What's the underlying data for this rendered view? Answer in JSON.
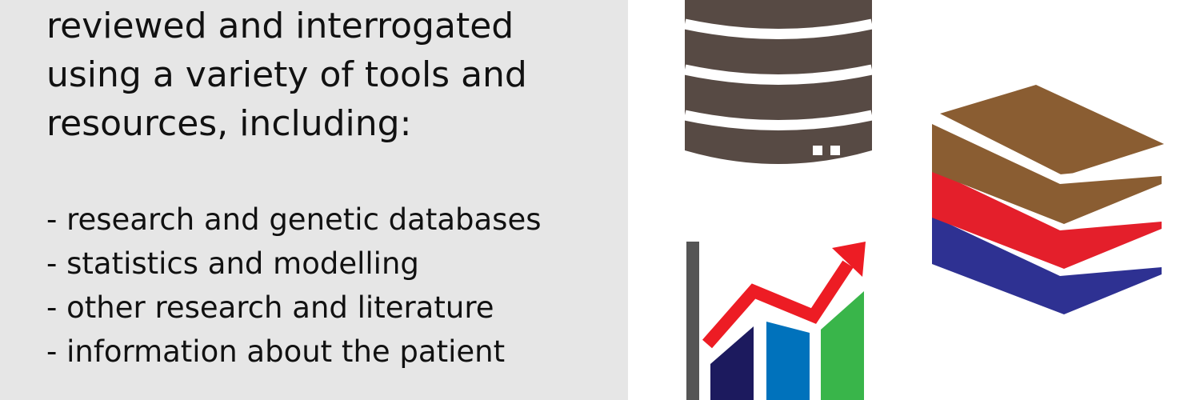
{
  "intro": {
    "lines": [
      "reviewed and interrogated",
      "using a variety of tools and",
      "resources, including:"
    ]
  },
  "tools": {
    "items": [
      "- research and genetic databases",
      "- statistics and modelling",
      "- other research and literature",
      "- information about the patient"
    ]
  },
  "colors": {
    "panel_background": "#e6e6e6",
    "text": "#111111",
    "database": "#574a44",
    "book_top": "#8a5d32",
    "book_middle": "#e41f2b",
    "book_bottom": "#2e3192",
    "chart_axis": "#555555",
    "chart_bar_1": "#1c1a5e",
    "chart_bar_2": "#0072bc",
    "chart_bar_3": "#39b54a",
    "chart_arrow": "#ed1c24"
  },
  "icons": [
    "database-icon",
    "books-stack-icon",
    "bar-chart-growth-icon"
  ]
}
